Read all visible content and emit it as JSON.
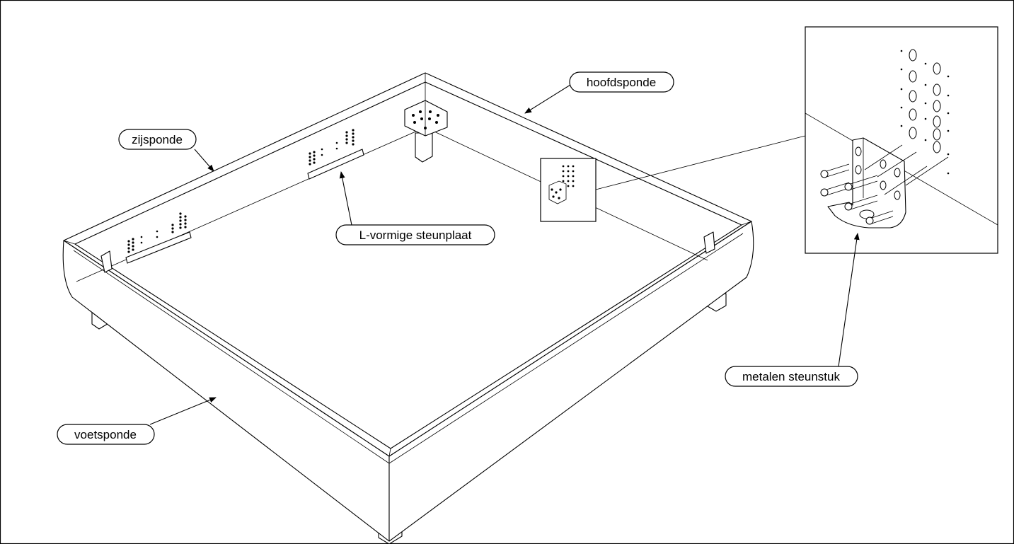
{
  "labels": {
    "hoofdsponde": "hoofdsponde",
    "zijsponde": "zijsponde",
    "l_bracket": "L-vormige steunplaat",
    "metal_support": "metalen steunstuk",
    "voetsponde": "voetsponde"
  }
}
